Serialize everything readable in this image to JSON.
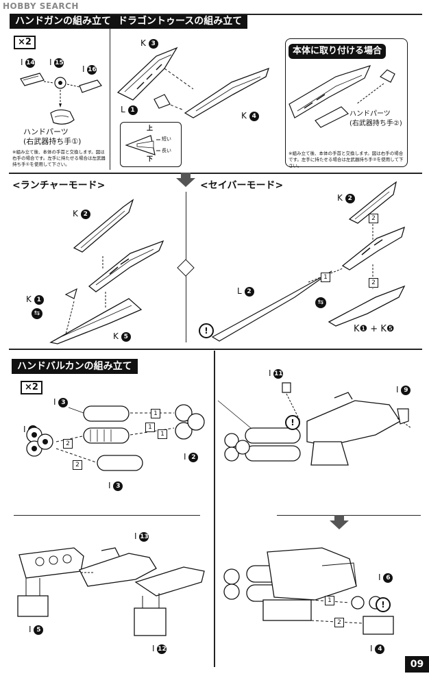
{
  "watermark": "HOBBY SEARCH",
  "page_number": "09",
  "multiplier": "×2",
  "exclamation": "!",
  "handgun": {
    "title": "ハンドガンの組み立て",
    "part_i14": "I",
    "num14": "14",
    "part_i15": "I",
    "num15": "15",
    "part_i16": "I",
    "num16": "16",
    "hand_label": "ハンドパーツ",
    "hand_sub": "(右武器持ち手①)",
    "note": "※組み立て後、本体の手首と交換します。図は右手の場合です。左手に持たせる場合は左武器持ち手①を使用して下さい。"
  },
  "dragon": {
    "title": "ドラゴントゥースの組み立て",
    "k3_letter": "K",
    "k3_num": "3",
    "l1_letter": "L",
    "l1_num": "1",
    "k4_letter": "K",
    "k4_num": "4",
    "detail_up": "上",
    "detail_down": "下",
    "detail_short": "短い",
    "detail_long": "長い"
  },
  "attach": {
    "title": "本体に取り付ける場合",
    "hand_label": "ハンドパーツ",
    "hand_sub": "(右武器持ち手②)",
    "note": "※組み立て後、本体の手首と交換します。図は右手の場合です。左手に持たせる場合は左武器持ち手②を使用して下さい。"
  },
  "launcher": {
    "title": "<ランチャーモード>",
    "k2_letter": "K",
    "k2_num": "2",
    "k1_letter": "K",
    "k1_num": "1",
    "k5_letter": "K",
    "k5_num": "5"
  },
  "saber": {
    "title": "<セイバーモード>",
    "k2_letter": "K",
    "k2_num": "2",
    "l2_letter": "L",
    "l2_num": "2",
    "combo": "K❶ + K❺",
    "step1": "1",
    "step2": "2"
  },
  "vulcan": {
    "title": "ハンドバルカンの組み立て",
    "i3_letter": "I",
    "i3_num": "3",
    "i1_letter": "I",
    "i1_num": "1",
    "i2_letter": "I",
    "i2_num": "2",
    "i3b_letter": "I",
    "i3b_num": "3",
    "i11_letter": "I",
    "i11_num": "11",
    "i9_letter": "I",
    "i9_num": "9",
    "i13_letter": "I",
    "i13_num": "13",
    "i5_letter": "I",
    "i5_num": "5",
    "i12_letter": "I",
    "i12_num": "12",
    "i6_letter": "I",
    "i6_num": "6",
    "i4_letter": "I",
    "i4_num": "4",
    "step1": "1",
    "step2": "2"
  }
}
